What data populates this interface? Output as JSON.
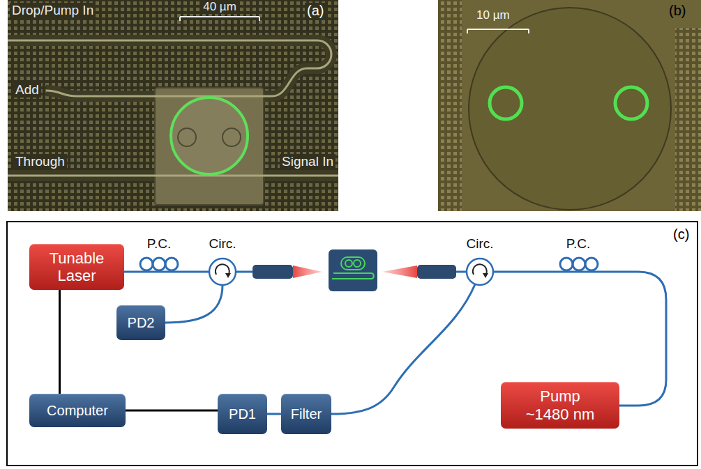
{
  "diagram": {
    "nodes": [
      {
        "text": [
          "Tunable Laser"
        ]
      },
      {
        "text": [
          "PD2"
        ]
      },
      {
        "text": [
          "Computer"
        ]
      },
      {
        "text": [
          "PD1"
        ]
      },
      {
        "text": [
          "Filter"
        ]
      },
      {
        "text": [
          "Pump ~1480 nm"
        ]
      }
    ],
    "edges": [
      {
        "from": 0,
        "to": 2,
        "arrow": "none"
      },
      {
        "from": 2,
        "to": 3,
        "arrow": "none"
      },
      {
        "from": 3,
        "to": 4,
        "arrow": "none"
      }
    ],
    "labels": [
      "Drop/Pump In",
      "40 µm",
      "(a)",
      "Add",
      "Through",
      "Signal In",
      "10 µm",
      "(b)",
      "P.C.",
      "Circ.",
      "Circ.",
      "P.C.",
      "(c)"
    ]
  }
}
